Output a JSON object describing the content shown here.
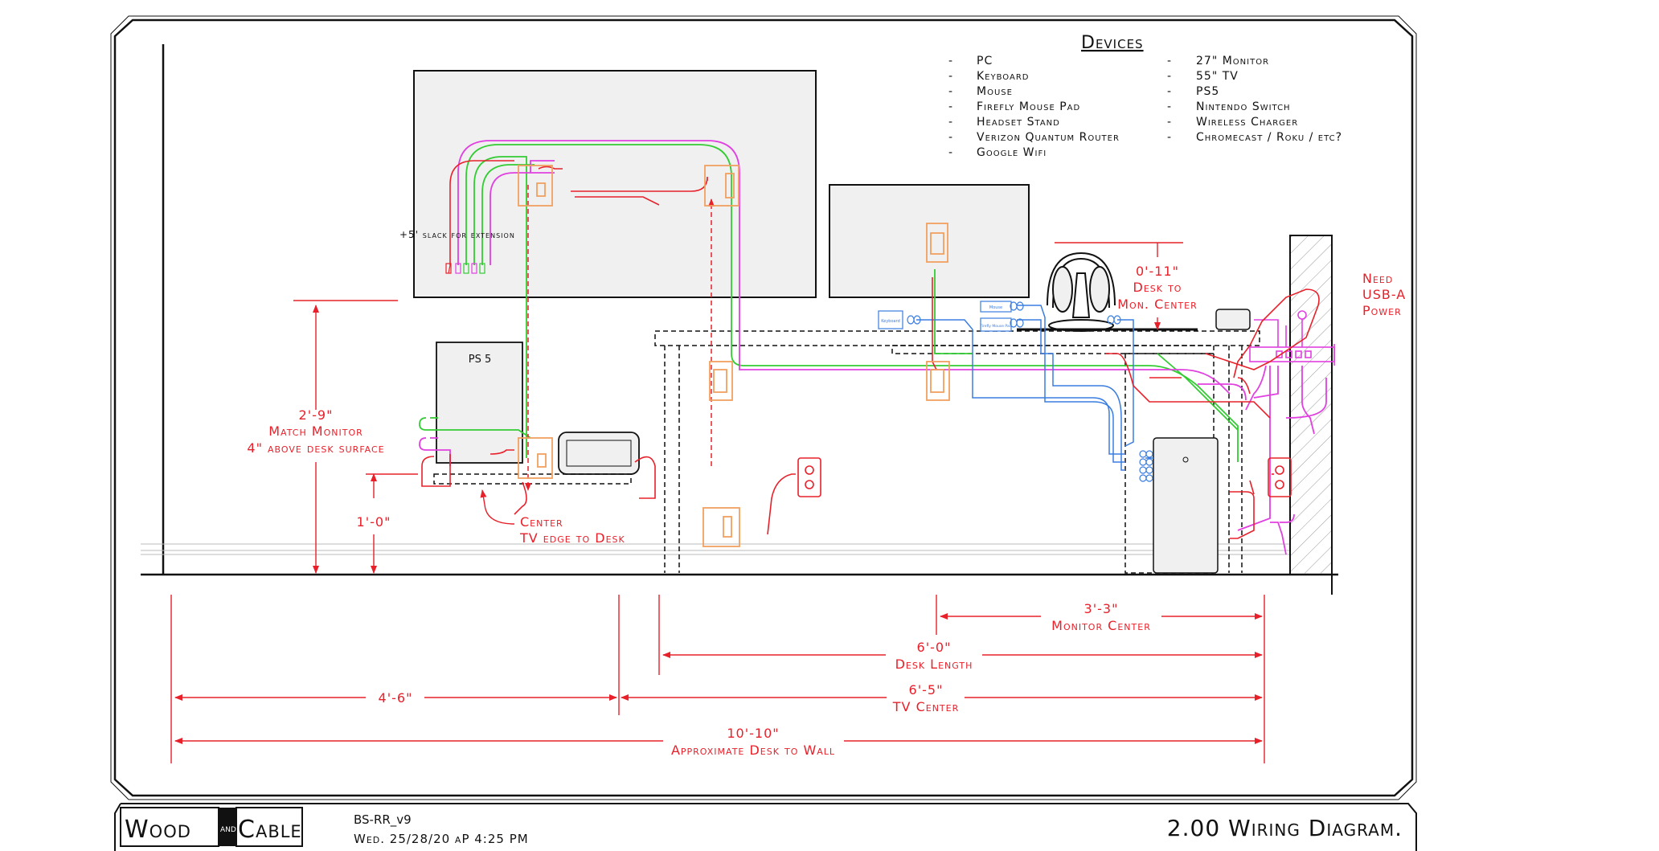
{
  "devices": {
    "title": "Devices",
    "col1": [
      "PC",
      "Keyboard",
      "Mouse",
      "Firefly Mouse Pad",
      "Headset Stand",
      "Verizon Quantum Router",
      "Google Wifi"
    ],
    "col2": [
      "27\" Monitor",
      "55\" TV",
      "PS5",
      "Nintendo Switch",
      "Wireless Charger",
      "Chromecast / Roku / etc?"
    ],
    "bullet": "-"
  },
  "labels": {
    "slack": "+5' slack for extension",
    "ps5": "PS 5",
    "dim_2_9": "2'-9\"",
    "match_monitor": "Match Monitor",
    "above_desk": "4\" above desk surface",
    "dim_1_0": "1'-0\"",
    "center": "Center",
    "tv_edge": "TV edge to Desk",
    "dim_0_11": "0'-11\"",
    "desk_to": "Desk to",
    "mon_center": "Mon. Center",
    "need": "Need",
    "usba": "USB-A",
    "power": "Power",
    "mouse_tag": "Mouse",
    "keyboard_tag": "Keyboard",
    "firefly_tag": "Firefly Mouse Pad"
  },
  "dimensions": {
    "monitor_center_value": "3'-3\"",
    "monitor_center_label": "Monitor Center",
    "desk_length_value": "6'-0\"",
    "desk_length_label": "Desk Length",
    "dim_4_6": "4'-6\"",
    "tv_center_value": "6'-5\"",
    "tv_center_label": "TV Center",
    "desk_to_wall_value": "10'-10\"",
    "desk_to_wall_label": "Approximate Desk to Wall"
  },
  "titleblock": {
    "logo_left": "Wood",
    "logo_mid": "AND",
    "logo_right": "Cable",
    "file": "BS-RR_v9",
    "date": "Wed. 25/28/20 aP 4:25 PM",
    "sheet_title": "2.00 Wiring Diagram."
  },
  "colors": {
    "red": "#e8202a",
    "green": "#33cc33",
    "magenta": "#e040e0",
    "blue": "#3a7de0",
    "orange": "#f0a060",
    "black": "#111111",
    "gray_fill": "#f0f0f0"
  }
}
